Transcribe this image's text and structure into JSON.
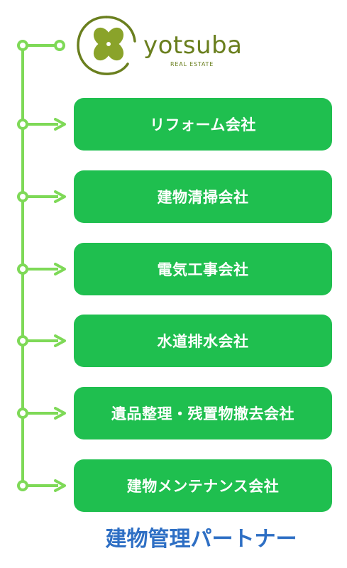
{
  "logo": {
    "brand": "yotsuba",
    "subtitle": "REAL ESTATE",
    "icon": "four-leaf-clover-icon"
  },
  "companies": [
    {
      "label": "リフォーム会社"
    },
    {
      "label": "建物清掃会社"
    },
    {
      "label": "電気工事会社"
    },
    {
      "label": "水道排水会社"
    },
    {
      "label": "遺品整理・残置物撤去会社"
    },
    {
      "label": "建物メンテナンス会社"
    }
  ],
  "caption": "建物管理パートナー",
  "colors": {
    "box_fill": "#1fbf4f",
    "connector": "#7ed957",
    "logo": "#6a7f1e",
    "caption": "#2e6fc4"
  }
}
